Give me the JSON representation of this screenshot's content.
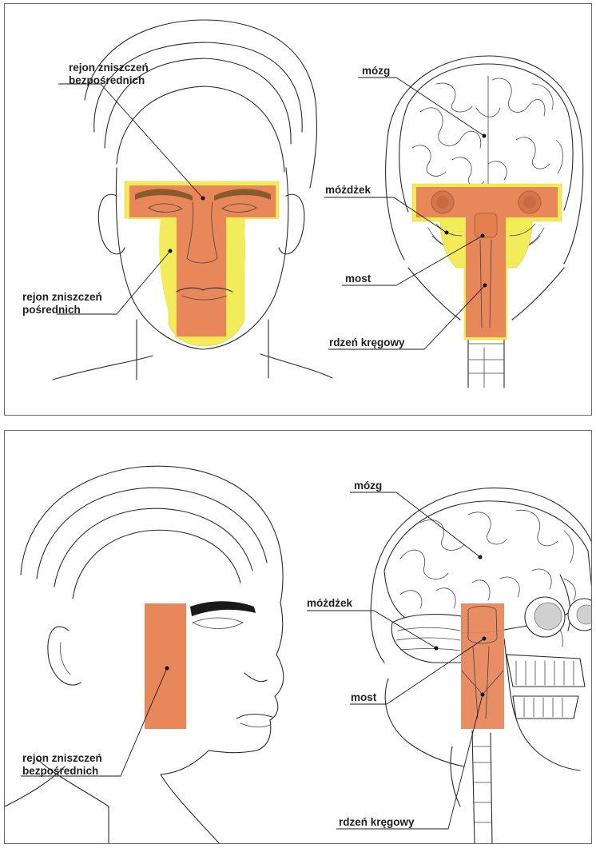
{
  "colors": {
    "direct_damage": "#E8875A",
    "indirect_damage": "#F3EC5A",
    "outline": "#2b2b2b",
    "eyebrow": "#8a5a2c",
    "frame": "#6b6b6b"
  },
  "front_panel": {
    "labels": {
      "direct_region": [
        "rejon zniszczeń",
        "bezpośrednich"
      ],
      "indirect_region": [
        "rejon zniszczeń",
        "pośrednich"
      ],
      "brain": "mózg",
      "cerebellum": "móżdżek",
      "pons": "most",
      "spinal_cord": "rdzeń  kręgowy"
    }
  },
  "side_panel": {
    "labels": {
      "brain": "mózg",
      "cerebellum": "móżdżek",
      "pons": "most",
      "spinal_cord": "rdzeń  kręgowy",
      "direct_region": [
        "rejon zniszczeń",
        "bezpośrednich"
      ]
    }
  }
}
